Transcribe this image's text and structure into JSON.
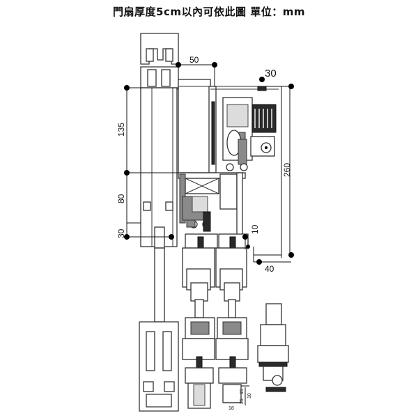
{
  "title": "門扇厚度5cm以內可依此圖  單位：mm",
  "dimensions": {
    "d50": "50",
    "d30_top": "30",
    "d260": "260",
    "d135": "135",
    "d80": "80",
    "d30_left": "30",
    "d10": "10",
    "d40": "40",
    "d15": "15",
    "d25": "25",
    "d18": "18",
    "d10_small": "10"
  }
}
